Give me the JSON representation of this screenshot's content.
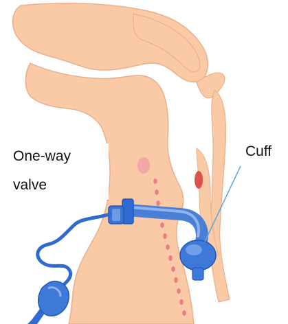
{
  "labels": {
    "valve_line1": "One-way",
    "valve_line2": "valve",
    "cuff": "Cuff"
  },
  "colors": {
    "tissue_fill": "#f9caa5",
    "tissue_edge": "#e8b08c",
    "cartilage_fill": "#f0a8a4",
    "trachea_ring": "#e97f86",
    "vessel_fill": "#d9433d",
    "tube_blue": "#4a7fd6",
    "tube_dark": "#1f57b8",
    "tube_light": "#8fb4f0",
    "leader_line": "#5ba6e3",
    "background": "#ffffff"
  },
  "icons": {
    "valve": "one-way-valve-icon",
    "cuff": "inflated-cuff-icon",
    "pilot_balloon": "pilot-balloon-icon"
  }
}
